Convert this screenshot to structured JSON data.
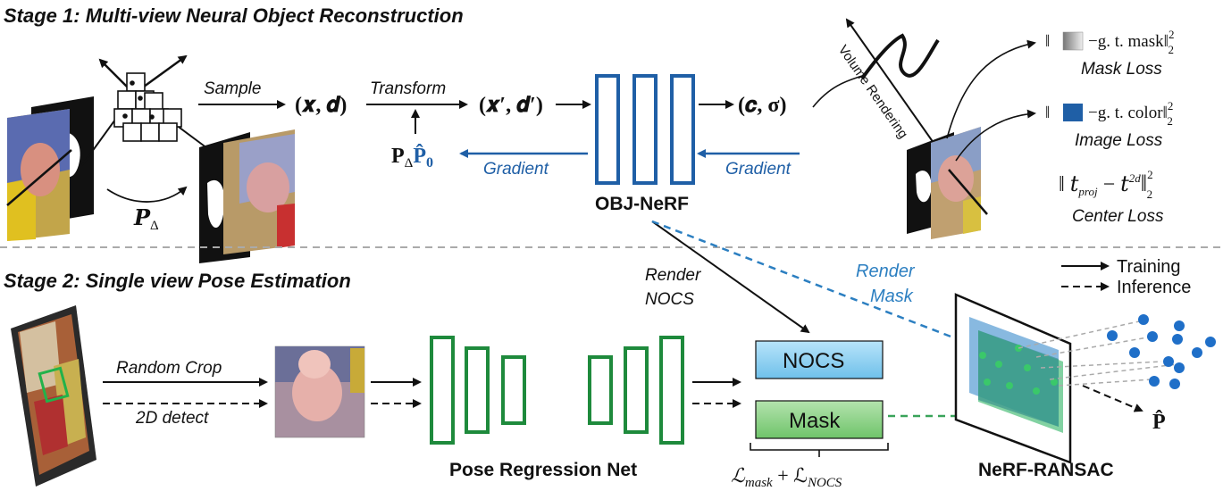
{
  "stage1": {
    "title": "Stage 1: Multi-view Neural Object Reconstruction",
    "sample": "Sample",
    "xd": "(𝒙, 𝒅)",
    "transform": "Transform",
    "xd_prime": "(𝒙′, 𝒅′)",
    "c_sigma": "(𝒄, σ)",
    "p_delta": "𝑷",
    "p_delta_sub": "Δ",
    "pose_base": "P",
    "pose_base_sub": "Δ",
    "pose_hat": "P̂",
    "pose_hat_sub": "0",
    "gradient_left": "Gradient",
    "gradient_right": "Gradient",
    "network": "OBJ-NeRF",
    "volume_rendering": "Volume Rendering"
  },
  "losses": {
    "mask_eq_left": "‖",
    "mask_eq_right": "−g. t. mask‖",
    "mask_sq": "2",
    "mask_sub": "2",
    "mask_name": "Mask Loss",
    "image_eq_left": "‖",
    "image_eq_right": "−g. t. color‖",
    "image_sq": "2",
    "image_sub": "2",
    "image_name": "Image Loss",
    "center_eq": "‖ 𝑡",
    "center_proj": "proj",
    "center_minus": " − 𝑡",
    "center_2d": "2d",
    "center_close": "‖",
    "center_sq": "2",
    "center_sub": "2",
    "center_name": "Center Loss"
  },
  "stage2": {
    "title": "Stage 2: Single view Pose Estimation",
    "random_crop": "Random Crop",
    "detect": "2D detect",
    "network": "Pose Regression Net",
    "render_nocs_1": "Render",
    "render_nocs_2": "NOCS",
    "render_mask_1": "Render",
    "render_mask_2": "Mask",
    "nocs_box": "NOCS",
    "mask_box": "Mask",
    "loss_eq": "ℒ",
    "loss_mask": "mask",
    "loss_plus": " + ℒ",
    "loss_nocs": "NOCS",
    "ransac": "NeRF-RANSAC",
    "pose_out": "P̂"
  },
  "legend": {
    "training": "Training",
    "inference": "Inference"
  },
  "colors": {
    "nerf_blue": "#1f5fa6",
    "regression_green": "#1e8a3c",
    "nocs_fill": "#8fd0f2",
    "mask_fill": "#8fd18a",
    "render_blue": "#2c7fc1",
    "ransac_green": "#3aa35a"
  }
}
